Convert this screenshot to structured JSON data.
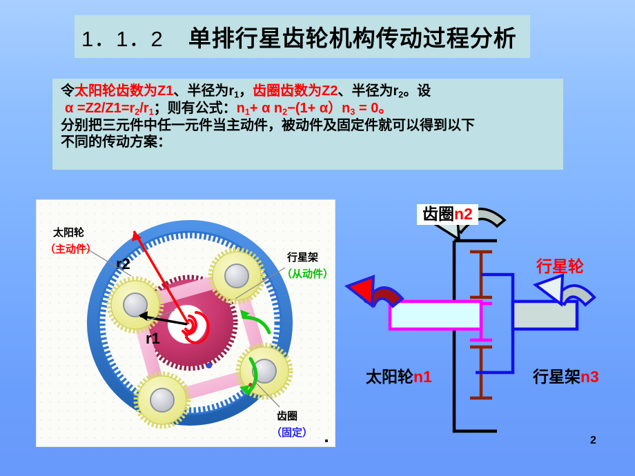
{
  "slide": {
    "page_number": "2",
    "background_top_color": "#a8cfff",
    "background_bottom_color": "#6899fb"
  },
  "title": {
    "number": "1．1．2",
    "heading": "单排行星齿轮机构传动过程分析",
    "box_color": "#bfe0e4"
  },
  "body": {
    "box_color": "#bfe0e4",
    "line1": {
      "seg1": "令",
      "seg2_red": "太阳轮齿数为Z1",
      "seg3": "、半径为r",
      "seg3_sub": "1",
      "seg4": "，",
      "seg5_red": "齿圈齿数为Z2",
      "seg6": "、半径为r",
      "seg6_sub": "2",
      "seg7": "。设"
    },
    "line2": {
      "alpha_def": "α =Z2/Z1=r",
      "sub_a": "2",
      "slash": "/r",
      "sub_b": "1",
      "mid": "；则有公式：",
      "formula_a": "n",
      "formula_a_sub": "1",
      "formula_b": "+ α n",
      "formula_b_sub": "2",
      "formula_c": "−(1+ α）n",
      "formula_c_sub": "3",
      "formula_d": " = 0。"
    },
    "line3": "分别把三元件中任一元件当主动件，被动件及固定件就可以得到以下",
    "line4": "不同的传动方案："
  },
  "gear_figure": {
    "labels": {
      "sun_name": "太阳轮",
      "sun_role": "（主动件）",
      "sun_role_color": "#ff0000",
      "carrier_name": "行星架",
      "carrier_role": "（从动件）",
      "carrier_role_color": "#00c000",
      "ring_name": "齿圈",
      "ring_role": "（固定）",
      "ring_role_color": "#2222ee",
      "radius_outer": "r2",
      "radius_inner": "r1"
    },
    "colors": {
      "ring_gear": "#2e74d0",
      "planet_gear": "#efef9a",
      "sun_gear": "#c8386e",
      "carrier": "#f3a8cf",
      "rotation_arrow": "#14c814",
      "radius_arrow_outer": "#ff0000",
      "radius_arrow_inner": "#000000"
    }
  },
  "schematic": {
    "ring_label": "齿圈",
    "ring_label_n": "n2",
    "planet_label": "行星轮",
    "sun_label": "太阳轮",
    "sun_label_n": "n1",
    "carrier_label": "行星架",
    "carrier_label_n": "n3",
    "colors": {
      "ring_line": "#000000",
      "planet_line": "#8b2200",
      "sun_line": "#ff00ff",
      "carrier_line": "#1010e8",
      "sun_shaft_fill": "#d8feff",
      "carrier_shaft_fill": "#ccdcd8"
    }
  }
}
